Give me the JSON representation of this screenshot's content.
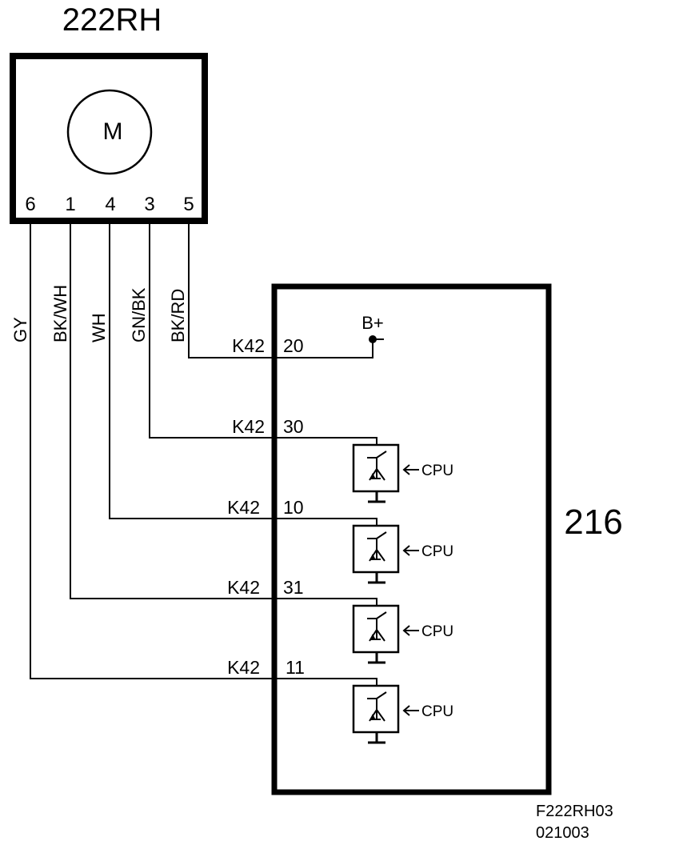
{
  "motor": {
    "id": "222RH",
    "symbol": "M",
    "pins": [
      "6",
      "1",
      "4",
      "3",
      "5"
    ]
  },
  "wires": [
    {
      "pin": "6",
      "color": "GY",
      "connector": "K42",
      "terminal": "11"
    },
    {
      "pin": "1",
      "color": "BK/WH",
      "connector": "K42",
      "terminal": "31"
    },
    {
      "pin": "4",
      "color": "WH",
      "connector": "K42",
      "terminal": "10"
    },
    {
      "pin": "3",
      "color": "GN/BK",
      "connector": "K42",
      "terminal": "30"
    },
    {
      "pin": "5",
      "color": "BK/RD",
      "connector": "K42",
      "terminal": "20"
    }
  ],
  "module": {
    "id": "216",
    "supply_label": "B+",
    "driver_input_label": "CPU"
  },
  "footer": {
    "figure_id": "F222RH03",
    "date_code": "021003"
  }
}
